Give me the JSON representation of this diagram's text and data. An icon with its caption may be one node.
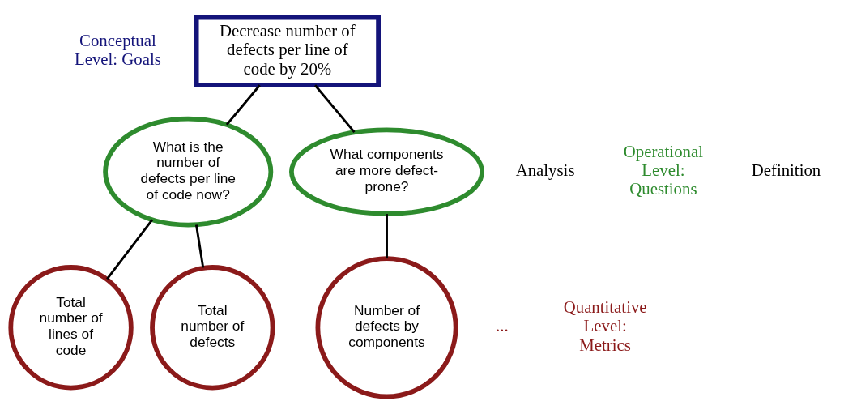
{
  "diagram": {
    "nodes": [
      {
        "text": [
          "Decrease number of defects per line of code by 20%"
        ]
      },
      {
        "text": [
          "What is the number of defects per line of code now?"
        ]
      },
      {
        "text": [
          "What components are more defect-prone?"
        ]
      },
      {
        "text": [
          "Total number of lines of code"
        ]
      },
      {
        "text": [
          "Total number of defects"
        ]
      },
      {
        "text": [
          "Number of defects by components"
        ]
      }
    ],
    "edges": [
      {
        "from": 0,
        "to": 1,
        "arrow": "none"
      },
      {
        "from": 0,
        "to": 2,
        "arrow": "none"
      },
      {
        "from": 1,
        "to": 3,
        "arrow": "none"
      },
      {
        "from": 1,
        "to": 4,
        "arrow": "none"
      },
      {
        "from": 2,
        "to": 5,
        "arrow": "none"
      }
    ],
    "labels": [
      "Conceptual Level: Goals",
      "Definition",
      "Operational Level: Questions",
      "Analysis",
      "Quantitative Level: Metrics",
      "..."
    ]
  }
}
